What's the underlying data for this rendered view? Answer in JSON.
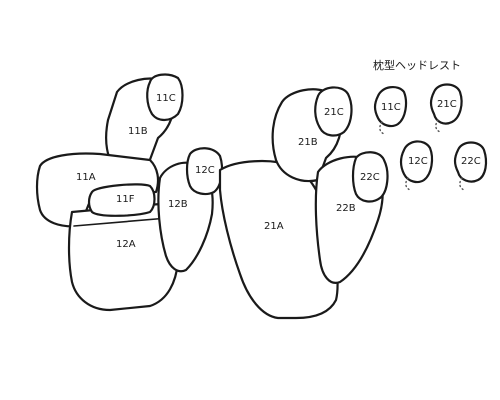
{
  "title": "枕型ヘッドレスト",
  "colors": {
    "stroke": "#1a1a1a",
    "background": "#ffffff"
  },
  "left_seat": {
    "headrest": "11C",
    "backrest": "11B",
    "cushion_back": "11A",
    "armrest": "11F",
    "cushion": "12A",
    "side_backrest": "12B",
    "side_headrest": "12C"
  },
  "right_seat": {
    "headrest": "21C",
    "backrest": "21B",
    "cushion": "21A",
    "side_headrest": "22C",
    "side_backrest": "22B"
  },
  "pillow_headrests": [
    "11C",
    "21C",
    "12C",
    "22C"
  ]
}
